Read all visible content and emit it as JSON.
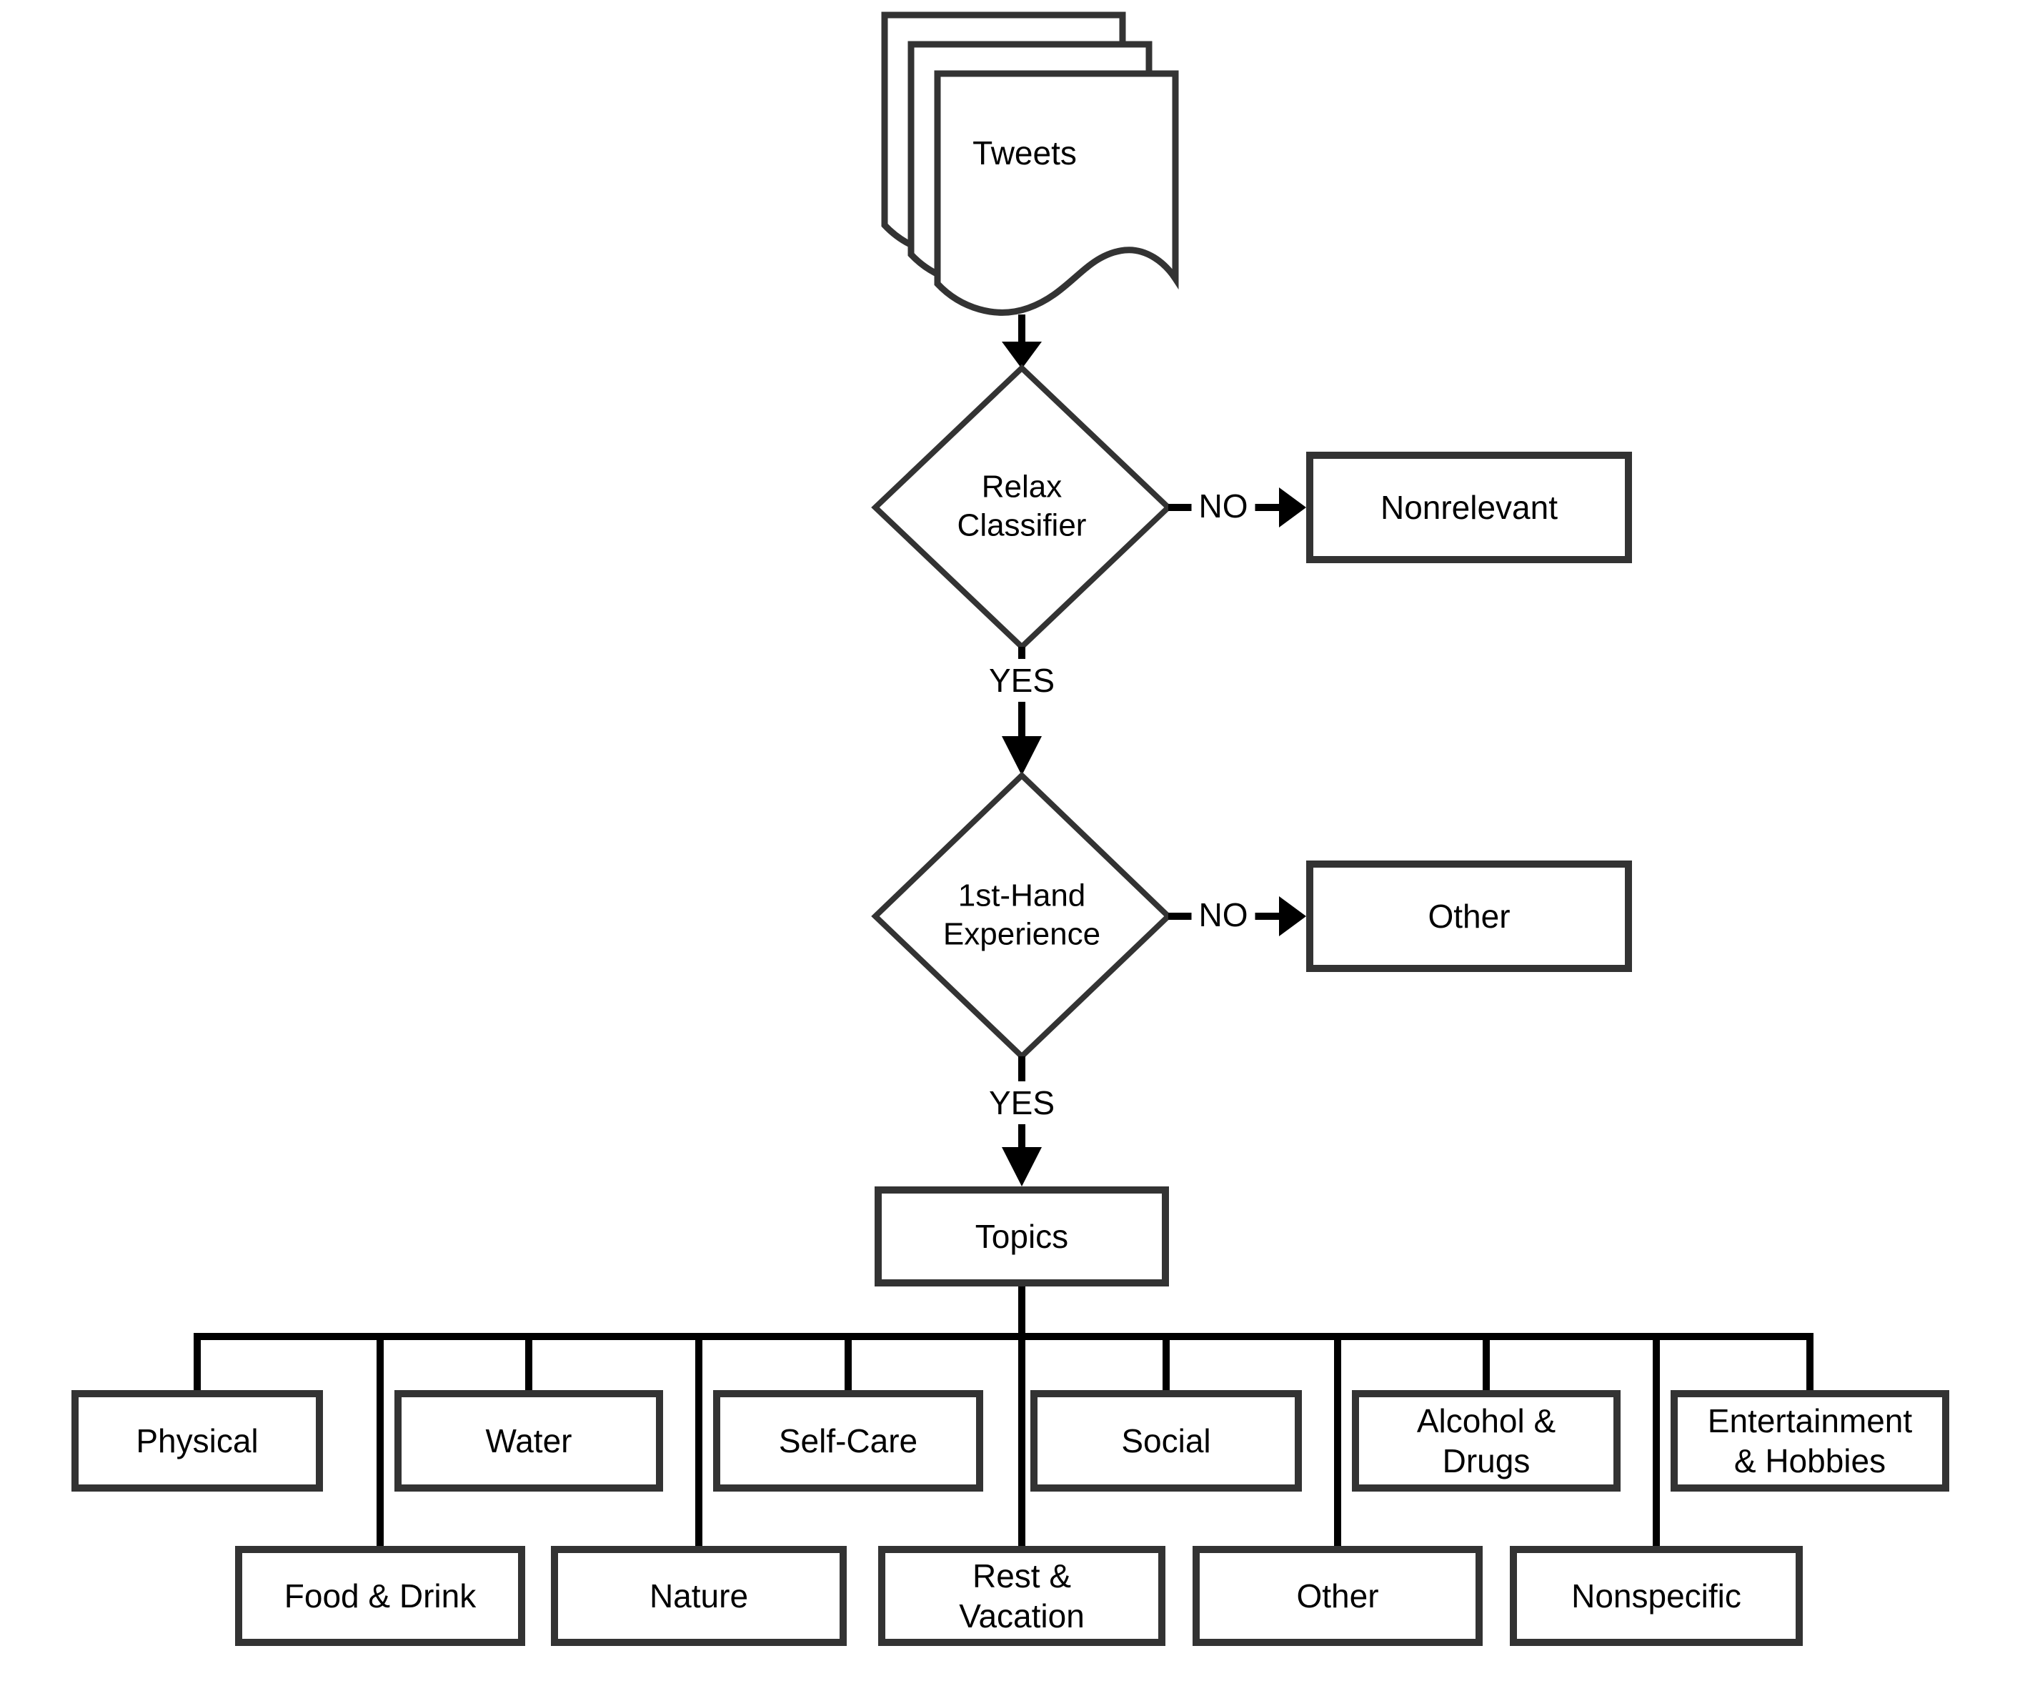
{
  "flow": {
    "source": {
      "label": "Tweets"
    },
    "decision1": {
      "label": "Relax\nClassifier",
      "no_label": "NO",
      "yes_label": "YES",
      "no_target": {
        "label": "Nonrelevant"
      }
    },
    "decision2": {
      "label": "1st-Hand\nExperience",
      "no_label": "NO",
      "yes_label": "YES",
      "no_target": {
        "label": "Other"
      }
    },
    "topics": {
      "label": "Topics",
      "row1": [
        {
          "label": "Physical"
        },
        {
          "label": "Water"
        },
        {
          "label": "Self-Care"
        },
        {
          "label": "Social"
        },
        {
          "label": "Alcohol &\nDrugs"
        },
        {
          "label": "Entertainment\n& Hobbies"
        }
      ],
      "row2": [
        {
          "label": "Food & Drink"
        },
        {
          "label": "Nature"
        },
        {
          "label": "Rest &\nVacation"
        },
        {
          "label": "Other"
        },
        {
          "label": "Nonspecific"
        }
      ]
    },
    "colors": {
      "line": "#000000",
      "border": "#333333",
      "fill": "#ffffff",
      "text": "#000000"
    }
  }
}
